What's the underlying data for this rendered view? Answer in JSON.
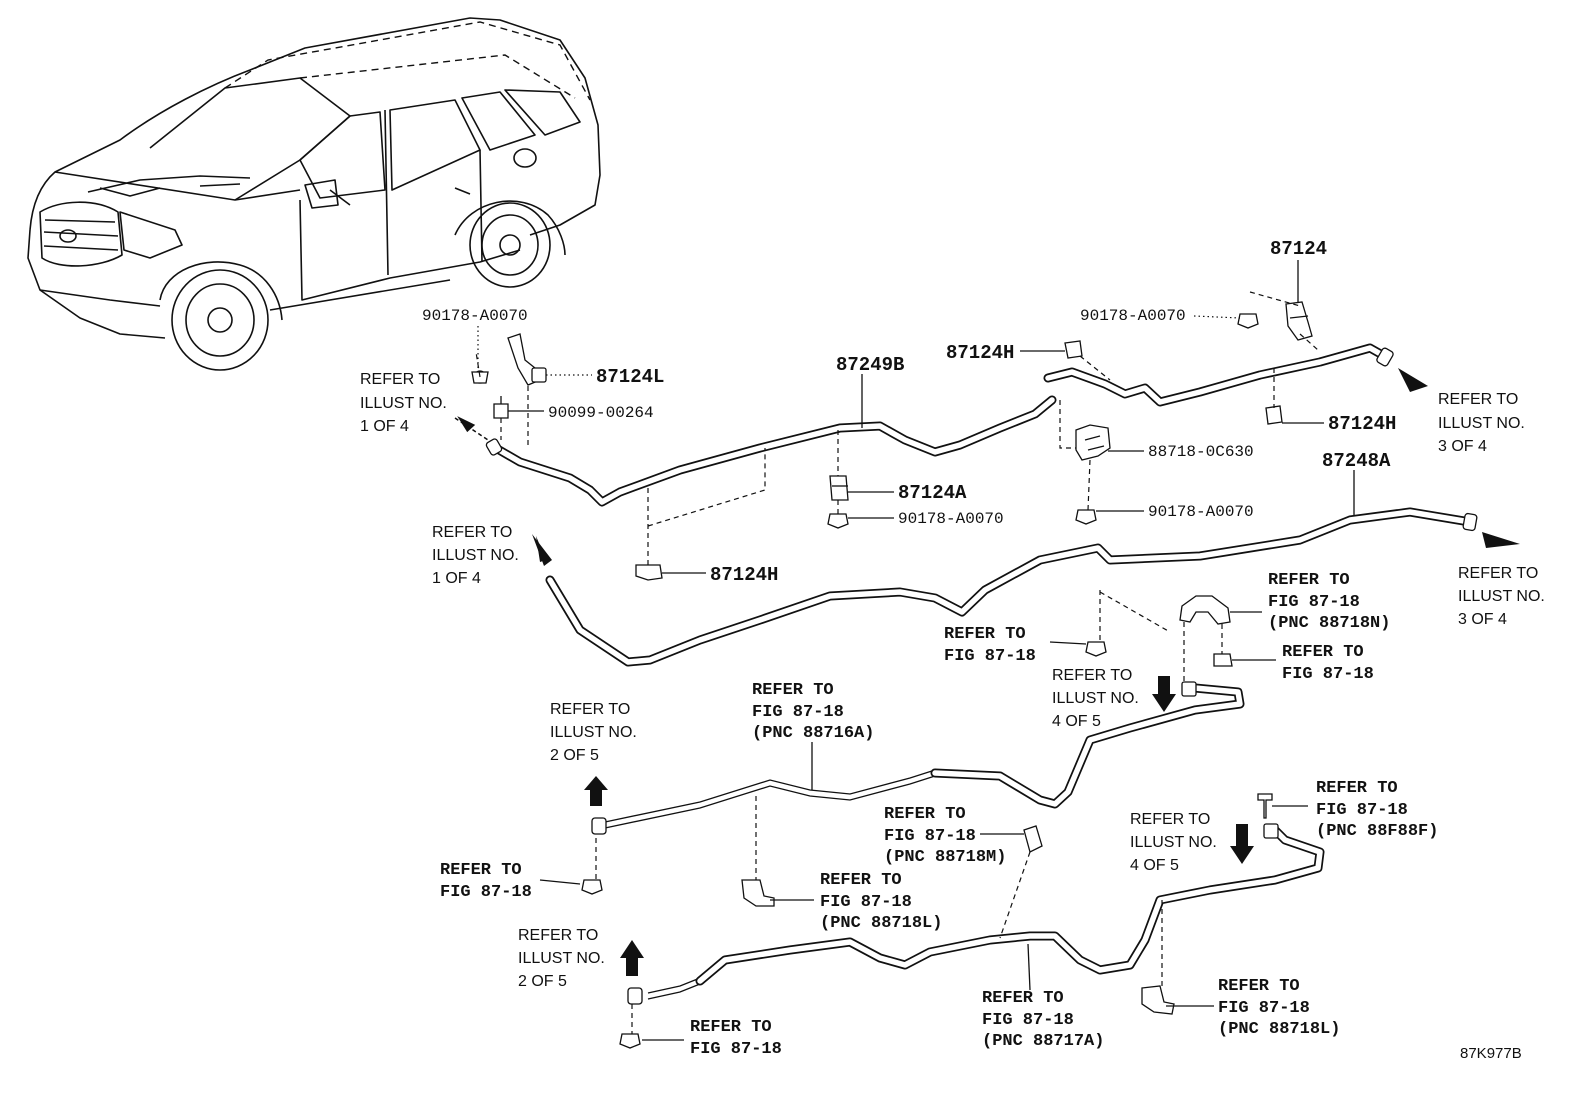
{
  "parts": {
    "p90178_a": "90178-A0070",
    "p87124L": "87124L",
    "p90099": "90099-00264",
    "p87249B": "87249B",
    "p87124H_a": "87124H",
    "p87124": "87124",
    "p90178_b": "90178-A0070",
    "p87124H_b": "87124H",
    "p87124A": "87124A",
    "p90178_c": "90178-A0070",
    "p88718": "88718-0C630",
    "p90178_d": "90178-A0070",
    "p87124H_c": "87124H",
    "p87248A": "87248A"
  },
  "refs": {
    "r1": [
      "REFER TO",
      "ILLUST NO.",
      "1 OF 4"
    ],
    "r2": [
      "REFER TO",
      "ILLUST NO.",
      "3 OF 4"
    ],
    "r3": [
      "REFER TO",
      "ILLUST NO.",
      "1 OF 4"
    ],
    "r4": [
      "REFER TO",
      "ILLUST NO.",
      "3 OF 4"
    ],
    "r5": [
      "REFER TO",
      "ILLUST NO.",
      "4 OF 5"
    ],
    "r6": [
      "REFER TO",
      "ILLUST NO.",
      "2 OF 5"
    ],
    "r7": [
      "REFER TO",
      "ILLUST NO.",
      "4 OF 5"
    ],
    "r8": [
      "REFER TO",
      "ILLUST NO.",
      "2 OF 5"
    ]
  },
  "figs": {
    "f1": [
      "REFER TO",
      "FIG 87-18",
      "(PNC 88718N)"
    ],
    "f2": [
      "REFER TO",
      "FIG 87-18"
    ],
    "f3": [
      "REFER TO",
      "FIG 87-18"
    ],
    "f4": [
      "REFER TO",
      "FIG 87-18",
      "(PNC 88716A)"
    ],
    "f5": [
      "REFER TO",
      "FIG 87-18"
    ],
    "f6": [
      "REFER TO",
      "FIG 87-18",
      "(PNC 88718M)"
    ],
    "f7": [
      "REFER TO",
      "FIG 87-18",
      "(PNC 88718L)"
    ],
    "f8": [
      "REFER TO",
      "FIG 87-18",
      "(PNC 88F88F)"
    ],
    "f9": [
      "REFER TO",
      "FIG 87-18"
    ],
    "f10": [
      "REFER TO",
      "FIG 87-18",
      "(PNC 88717A)"
    ],
    "f11": [
      "REFER TO",
      "FIG 87-18",
      "(PNC 88718L)"
    ]
  },
  "diagram_code": "87K977B"
}
